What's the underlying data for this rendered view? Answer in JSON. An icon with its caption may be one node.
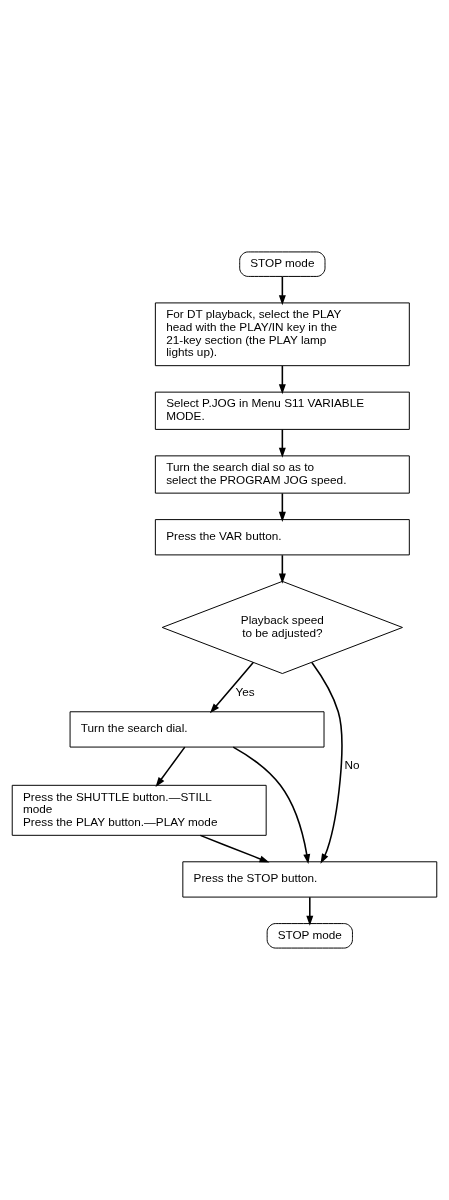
{
  "diagram": {
    "nodes": [
      {
        "text": [
          "STOP mode"
        ]
      },
      {
        "text": [
          "For DT playback, select the PLAY head with the PLAY/IN key in the 21-key section (the PLAY lamp lights up)."
        ]
      },
      {
        "text": [
          "Select P.JOG in Menu S11 VARIABLE MODE."
        ]
      },
      {
        "text": [
          "Turn the search dial so as to select the PROGRAM JOG speed."
        ]
      },
      {
        "text": [
          "Press the VAR button."
        ]
      },
      {
        "text": [
          "Playback speed to be adjusted?"
        ]
      },
      {
        "text": [
          "Turn the search dial."
        ]
      },
      {
        "text": [
          "Press the SHUTTLE button.—STILL mode",
          "Press the PLAY button.—PLAY mode"
        ]
      },
      {
        "text": [
          "Press the STOP button."
        ]
      },
      {
        "text": [
          "STOP mode"
        ]
      }
    ],
    "edges": [
      {
        "from": 0,
        "to": 1,
        "arrow": "to"
      },
      {
        "from": 1,
        "to": 2,
        "arrow": "to"
      },
      {
        "from": 2,
        "to": 3,
        "arrow": "to"
      },
      {
        "from": 3,
        "to": 4,
        "arrow": "to"
      },
      {
        "from": 4,
        "to": 5,
        "arrow": "to"
      },
      {
        "from": 5,
        "to": 8,
        "arrow": "to",
        "label": "No"
      },
      {
        "from": 5,
        "to": 6,
        "arrow": "to",
        "label": "Yes"
      },
      {
        "from": 6,
        "to": 7,
        "arrow": "to"
      },
      {
        "from": 6,
        "to": 8,
        "arrow": "to"
      },
      {
        "from": 7,
        "to": 8,
        "arrow": "to"
      },
      {
        "from": 8,
        "to": 9,
        "arrow": "to"
      }
    ]
  }
}
